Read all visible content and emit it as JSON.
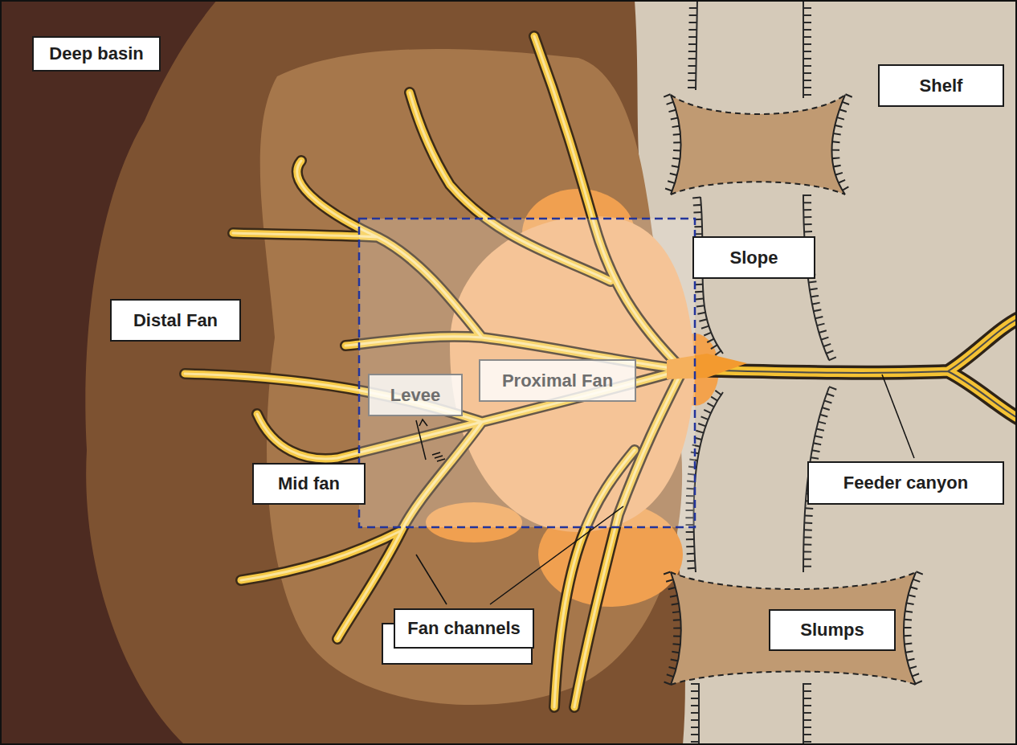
{
  "diagram": {
    "nodes": [
      {
        "text": [
          "Deep basin"
        ]
      },
      {
        "text": [
          "Shelf"
        ]
      },
      {
        "text": [
          "Slope"
        ]
      },
      {
        "text": [
          "Distal Fan"
        ]
      },
      {
        "text": [
          "Proximal Fan"
        ]
      },
      {
        "text": [
          "Levee"
        ]
      },
      {
        "text": [
          "Mid fan"
        ]
      },
      {
        "text": [
          "Feeder canyon"
        ]
      },
      {
        "text": [
          "Fan channels"
        ]
      },
      {
        "text": [
          "Slumps"
        ]
      }
    ]
  }
}
